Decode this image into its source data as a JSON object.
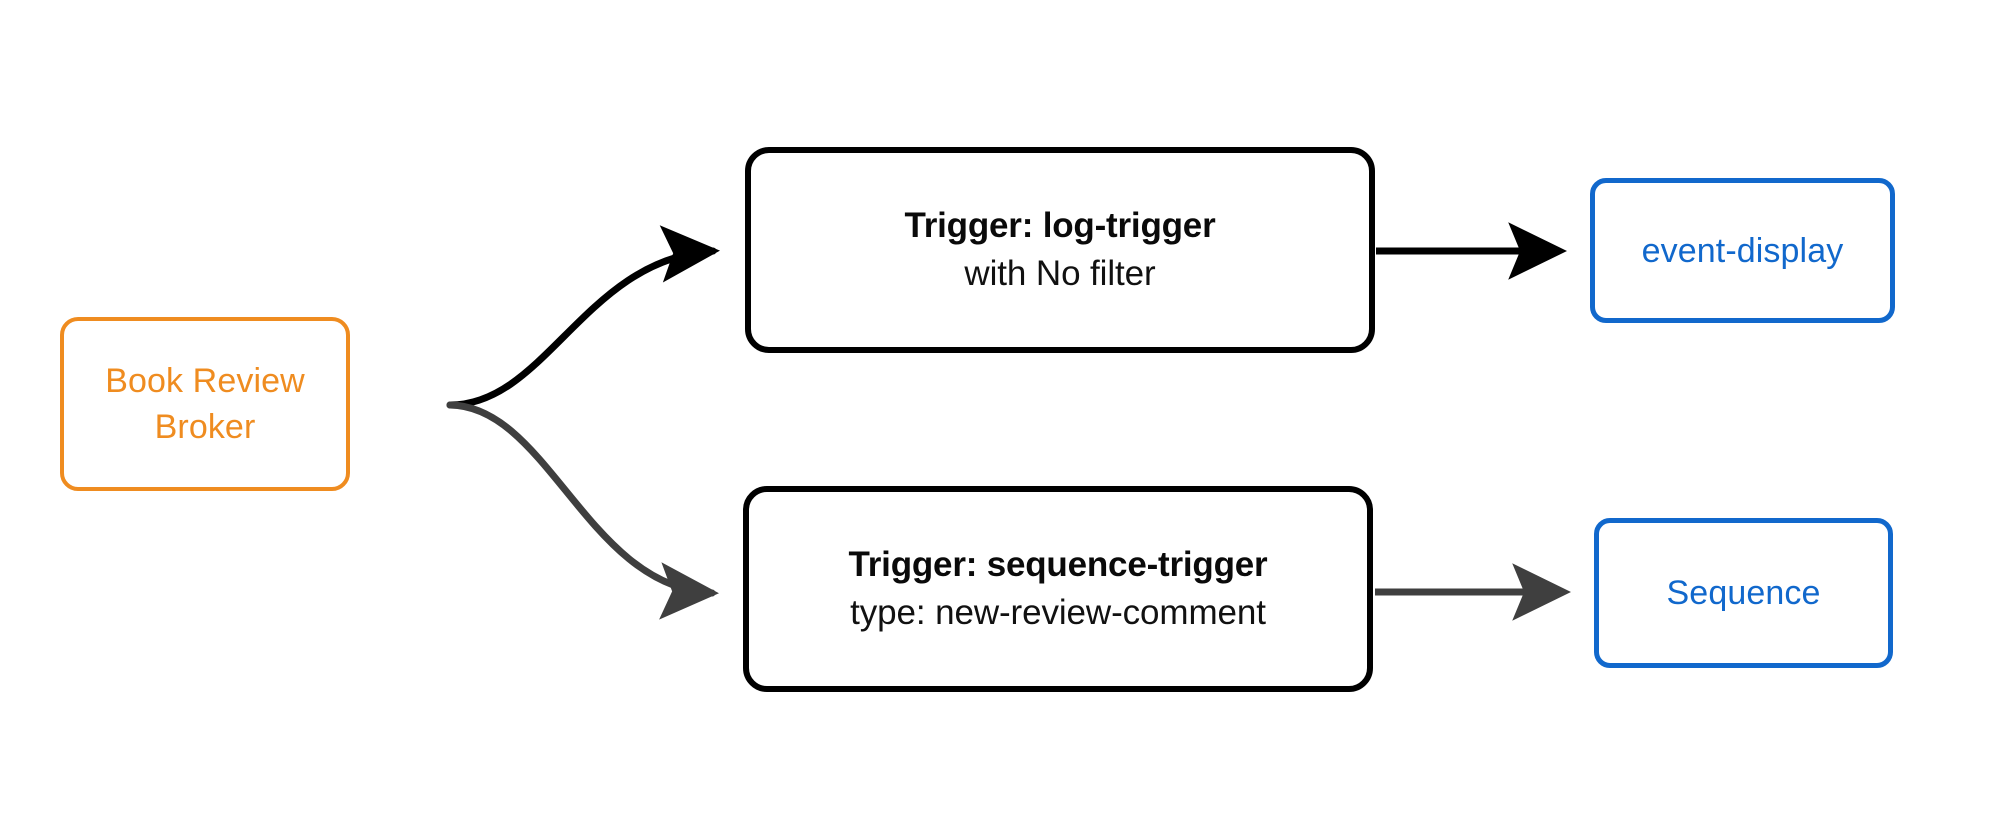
{
  "diagram": {
    "type": "flow-diagram",
    "background_color": "#ffffff",
    "colors": {
      "broker_border": "#ef8c20",
      "broker_text": "#ef8c20",
      "trigger_border": "#000000",
      "trigger_text": "#0a0a0a",
      "sink_border": "#1168cc",
      "sink_text": "#1168cc",
      "edge_primary": "#000000",
      "edge_secondary": "#3f3f3f"
    },
    "nodes": {
      "broker": {
        "line1": "Book Review",
        "line2": "Broker"
      },
      "trigger_log": {
        "title": "Trigger: log-trigger",
        "subtitle": "with No filter"
      },
      "trigger_sequence": {
        "title": "Trigger: sequence-trigger",
        "subtitle": "type: new-review-comment"
      },
      "sink_event_display": {
        "label": "event-display"
      },
      "sink_sequence": {
        "label": "Sequence"
      }
    },
    "edges": [
      {
        "id": "broker-to-log-trigger",
        "from": "broker",
        "to": "trigger_log",
        "style": "curved",
        "color": "#000000",
        "arrowhead": "filled-triangle"
      },
      {
        "id": "broker-to-sequence-trigger",
        "from": "broker",
        "to": "trigger_sequence",
        "style": "curved",
        "color": "#3f3f3f",
        "arrowhead": "filled-triangle"
      },
      {
        "id": "log-trigger-to-event-display",
        "from": "trigger_log",
        "to": "sink_event_display",
        "style": "straight",
        "color": "#000000",
        "arrowhead": "filled-triangle"
      },
      {
        "id": "sequence-trigger-to-sequence",
        "from": "trigger_sequence",
        "to": "sink_sequence",
        "style": "straight",
        "color": "#3f3f3f",
        "arrowhead": "filled-triangle"
      }
    ]
  }
}
